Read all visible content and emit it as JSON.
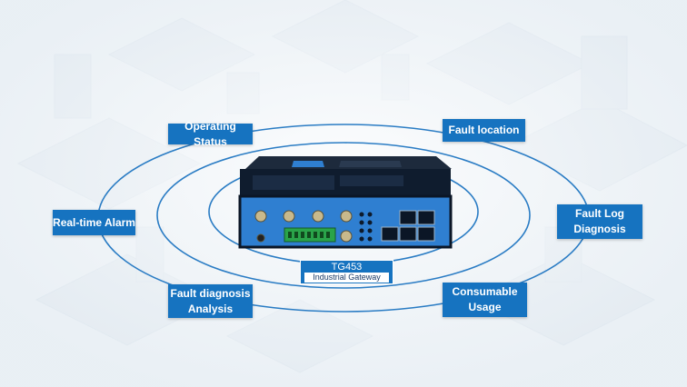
{
  "features": [
    {
      "id": "operating-status",
      "text": "Operating Status"
    },
    {
      "id": "fault-location",
      "text": "Fault location"
    },
    {
      "id": "real-time-alarm",
      "text": "Real-time Alarm"
    },
    {
      "id": "fault-log-diagnosis",
      "text": "Fault Log\nDiagnosis"
    },
    {
      "id": "fault-diagnosis-analysis",
      "text": "Fault diagnosis\nAnalysis"
    },
    {
      "id": "consumable-usage",
      "text": "Consumable\nUsage"
    }
  ],
  "device": {
    "model": "TG453",
    "subtitle": "Industrial Gateway"
  },
  "colors": {
    "accent": "#1673c0",
    "device_body": "#0f1c2e",
    "device_front": "#2f7fd1",
    "ring": "#2a7cc4"
  }
}
